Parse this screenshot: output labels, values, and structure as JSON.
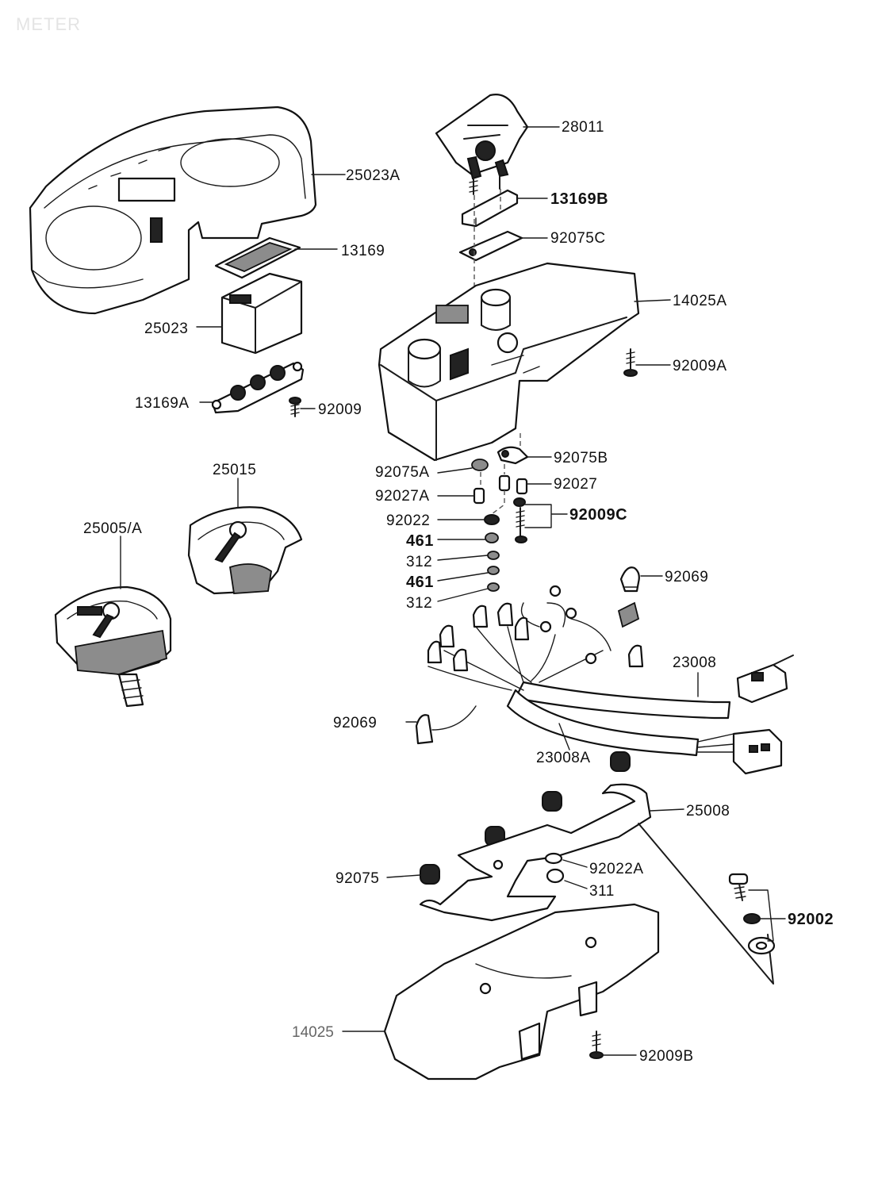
{
  "header": {
    "title": "METER"
  },
  "parts": {
    "p25023A": "25023A",
    "p13169": "13169",
    "p25023": "25023",
    "p13169A": "13169A",
    "p92009": "92009",
    "p25015": "25015",
    "p25005A": "25005/A",
    "p28011": "28011",
    "p13169B": "13169B",
    "p92075C": "92075C",
    "p14025A": "14025A",
    "p92009A": "92009A",
    "p92075B": "92075B",
    "p92075A": "92075A",
    "p92027": "92027",
    "p92027A": "92027A",
    "p92022": "92022",
    "p92009C": "92009C",
    "p461a": "461",
    "p312a": "312",
    "p461b": "461",
    "p312b": "312",
    "p92069a": "92069",
    "p23008": "23008",
    "p92069b": "92069",
    "p23008A": "23008A",
    "p25008": "25008",
    "p92022A": "92022A",
    "p92075": "92075",
    "p311": "311",
    "p92002": "92002",
    "p14025": "14025",
    "p92009B": "92009B"
  }
}
